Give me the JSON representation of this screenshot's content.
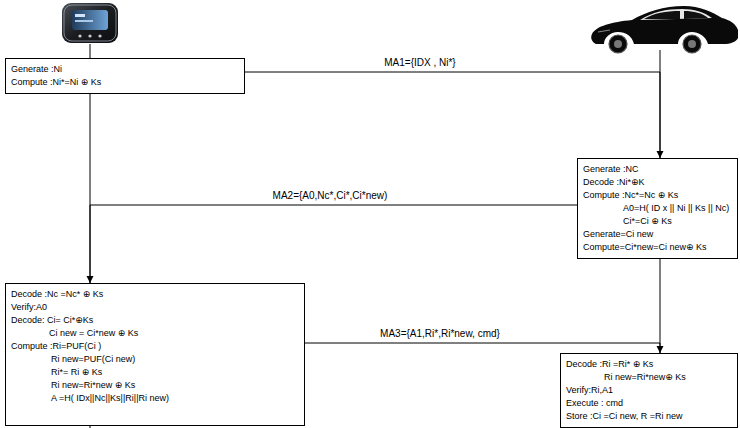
{
  "diagram": {
    "nodes": [
      {
        "text": [
          "Generate :Ni",
          "Compute :Ni*=Ni ⊕ Ks"
        ]
      },
      {
        "text": [
          "Generate :NC",
          "Decode :Ni*⊕K",
          "Compute :Nc*=Nc ⊕ Ks",
          "A0=H( ID x || Ni || Ks || Nc)",
          "Ci*=Ci ⊕ Ks",
          "Generate=Ci new",
          "Compute=Ci*new=Ci new⊕ Ks"
        ]
      },
      {
        "text": [
          "Decode :Nc =Nc* ⊕ Ks",
          "Verify:A0",
          "Decode: Ci= Ci*⊕Ks",
          "Ci new = Ci*new ⊕ Ks",
          "Compute :Ri=PUF(Ci )",
          "Ri new=PUF(Ci new)",
          "Ri*= Ri ⊕ Ks",
          "Ri new=Ri*new ⊕ Ks",
          "A =H( IDx||Nc||Ks||Ri||Ri new)"
        ]
      },
      {
        "text": [
          "Decode :Ri =Ri* ⊕ Ks",
          "Ri new=Ri*new⊕ Ks",
          "Verify:Ri,A1",
          "Execute : cmd",
          "Store :Ci =Ci new, R =Ri new"
        ]
      }
    ],
    "edges": [
      {
        "from": 0,
        "to": 1,
        "arrow": "to",
        "label": "MA1={IDX , Ni*}"
      },
      {
        "from": 1,
        "to": 2,
        "arrow": "to",
        "label": "MA2={A0,Nc*,Ci*,Ci*new)"
      },
      {
        "from": 2,
        "to": 3,
        "arrow": "to",
        "label": "MA3={A1,Ri*,Ri*new, cmd}"
      }
    ]
  }
}
